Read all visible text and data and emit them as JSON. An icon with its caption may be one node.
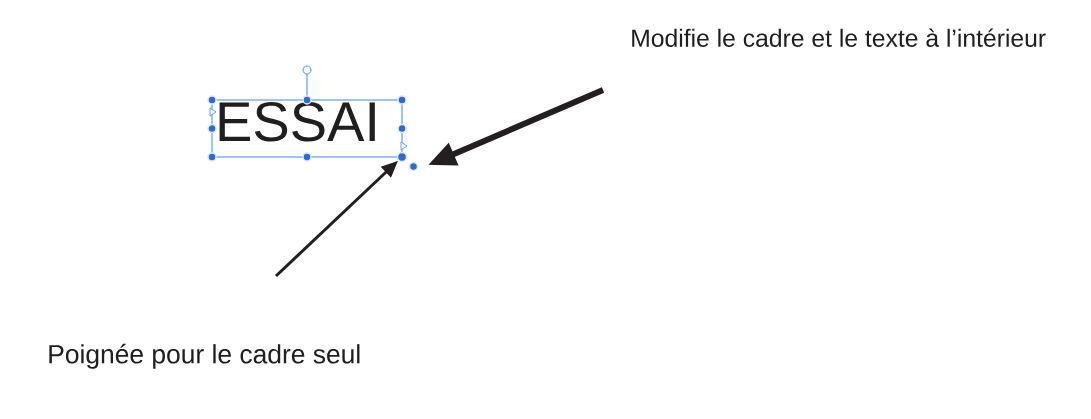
{
  "diagram": {
    "nodes": [
      {
        "text": [
          "ESSAI"
        ]
      },
      {
        "text": [],
        "shape": "circle"
      },
      {
        "text": [],
        "shape": "circle"
      },
      {
        "text": [
          "Modifie le cadre et le texte à l’intérieur"
        ]
      },
      {
        "text": [
          "Poignée pour le cadre seul"
        ]
      }
    ],
    "edges": [
      {
        "from": 3,
        "to": 2,
        "arrow": "to",
        "style": "thick"
      },
      {
        "from": 4,
        "to": 1,
        "arrow": "to"
      }
    ]
  }
}
